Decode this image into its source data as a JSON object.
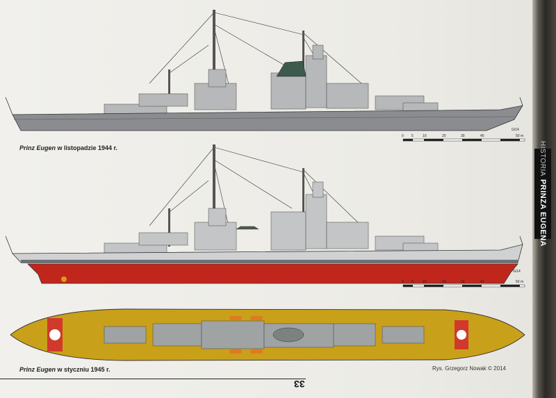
{
  "section_tab": {
    "category": "HISTORIA",
    "title": "PRINZA EUGENA"
  },
  "captions": {
    "first": {
      "ship": "Prinz Eugen",
      "rest": " w listopadzie 1944 r."
    },
    "second": {
      "ship": "Prinz Eugen",
      "rest": " w styczniu 1945 r."
    }
  },
  "credit": "Rys. Grzegorz Nowak © 2014",
  "page_number": "33",
  "scale_bar": {
    "labels": [
      "0",
      "5",
      "10",
      "20",
      "30",
      "40",
      "50 m"
    ]
  },
  "drawing_mark": "G/14",
  "colors": {
    "hull_grey": "#8a8c8f",
    "light_grey": "#cfd1d2",
    "hull_red": "#c1261c",
    "deck_yellow": "#c9a01a",
    "emblem_red": "#d1392b"
  }
}
